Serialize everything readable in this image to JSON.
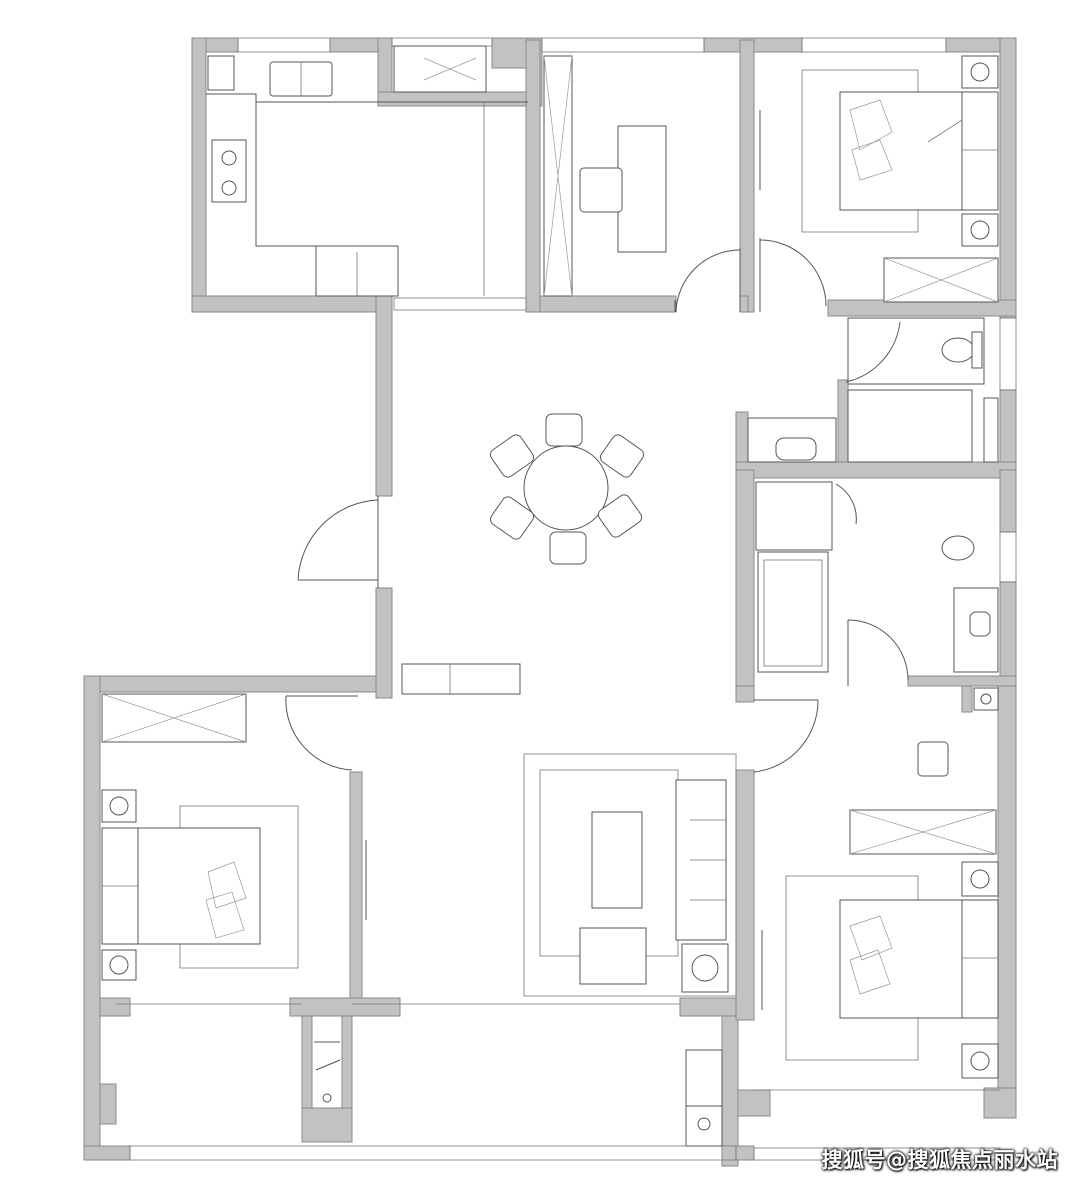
{
  "watermark": "搜狐号@搜狐焦点丽水站",
  "colors": {
    "wall": "#c2c2c2",
    "line": "#555555",
    "background": "#ffffff"
  },
  "rooms": [
    "kitchen",
    "study",
    "master-bedroom-ne",
    "bathroom-north",
    "bathroom-east",
    "dining",
    "living",
    "bedroom-west",
    "bedroom-se",
    "balcony-south"
  ],
  "dining_chairs": 6
}
